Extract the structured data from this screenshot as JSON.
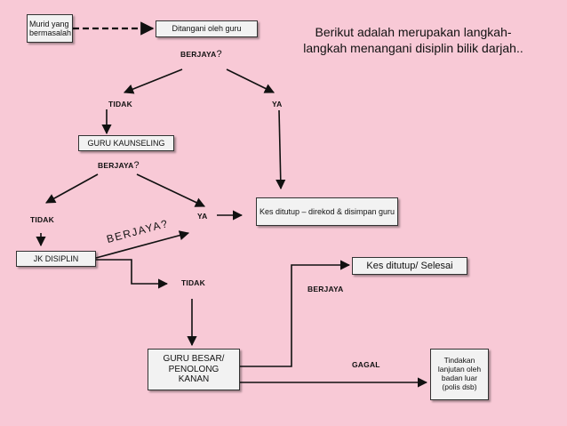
{
  "intro_text": "Berikut adalah merupakan langkah-langkah menangani disiplin bilik darjah..",
  "boxes": {
    "murid": "Murid yang bermasalah",
    "guru": "Ditangani oleh guru",
    "kaunseling": "GURU KAUNSELING",
    "kes_ditutup_direkod": "Kes ditutup – direkod & disimpan guru",
    "jk_disiplin": "JK DISIPLIN",
    "kes_selesai": "Kes ditutup/ Selesai",
    "guru_besar": "GURU BESAR/ PENOLONG KANAN",
    "tindakan": "Tindakan lanjutan oleh badan luar (polis dsb)"
  },
  "labels": {
    "berjaya": "BERJAYA",
    "question_mark": "?",
    "tidak": "TIDAK",
    "ya": "YA",
    "gagal": "GAGAL"
  }
}
